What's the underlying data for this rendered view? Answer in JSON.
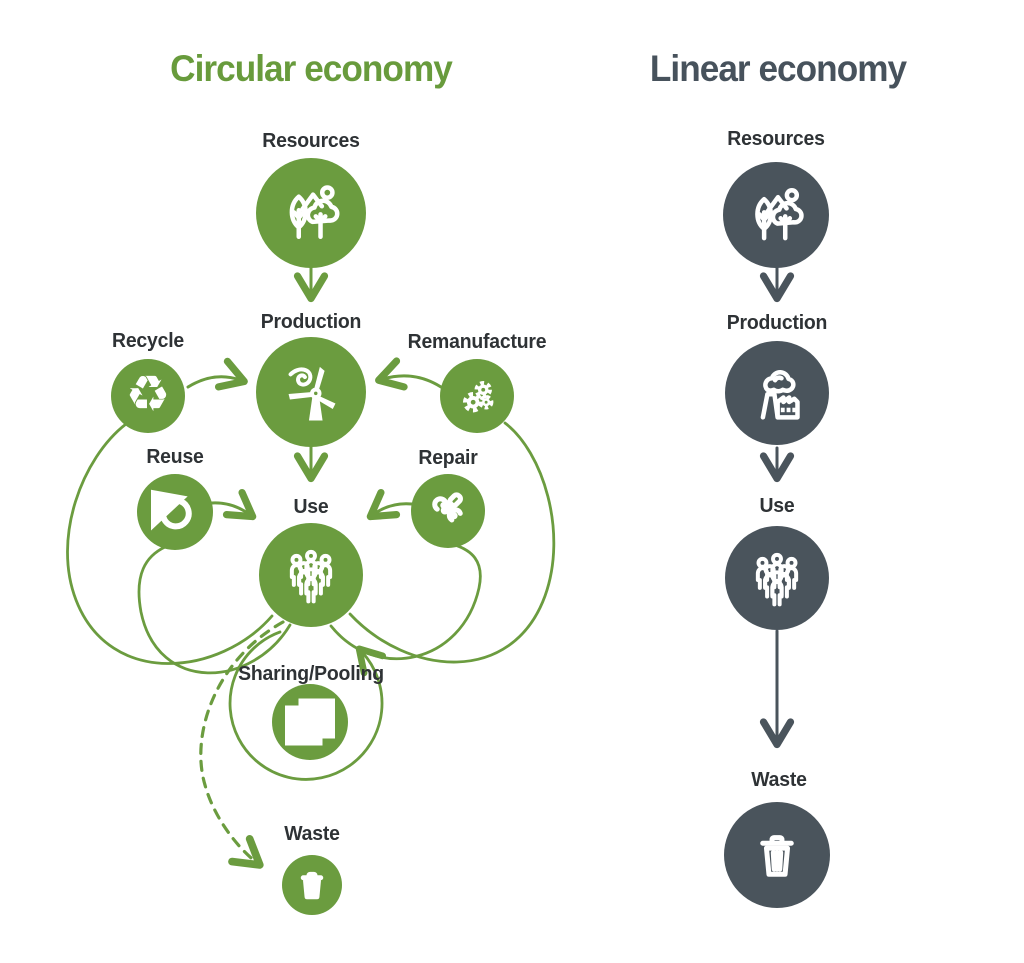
{
  "titles": {
    "circular": "Circular economy",
    "linear": "Linear economy"
  },
  "circular": {
    "resources": "Resources",
    "production": "Production",
    "recycle": "Recycle",
    "remanufacture": "Remanufacture",
    "reuse": "Reuse",
    "repair": "Repair",
    "use": "Use",
    "sharing_pooling": "Sharing/Pooling",
    "waste": "Waste"
  },
  "linear": {
    "resources": "Resources",
    "production": "Production",
    "use": "Use",
    "waste": "Waste"
  },
  "icons": {
    "recycle_glyph": "♻",
    "resources": "nature-icon",
    "production_circular": "wind-turbine-icon",
    "production_linear": "factory-icon",
    "use": "people-icon",
    "reuse": "circular-arrow-icon",
    "repair": "tools-icon",
    "remanufacture": "gears-icon",
    "sharing_pooling": "swap-arrows-icon",
    "waste": "trash-icon"
  },
  "colors": {
    "green": "#6b9c3f",
    "title_green": "#689b3c",
    "dark_slate": "#4a545c",
    "title_dark": "#47525c",
    "label_text": "#2e3235",
    "icon_stroke": "#ffffff"
  }
}
